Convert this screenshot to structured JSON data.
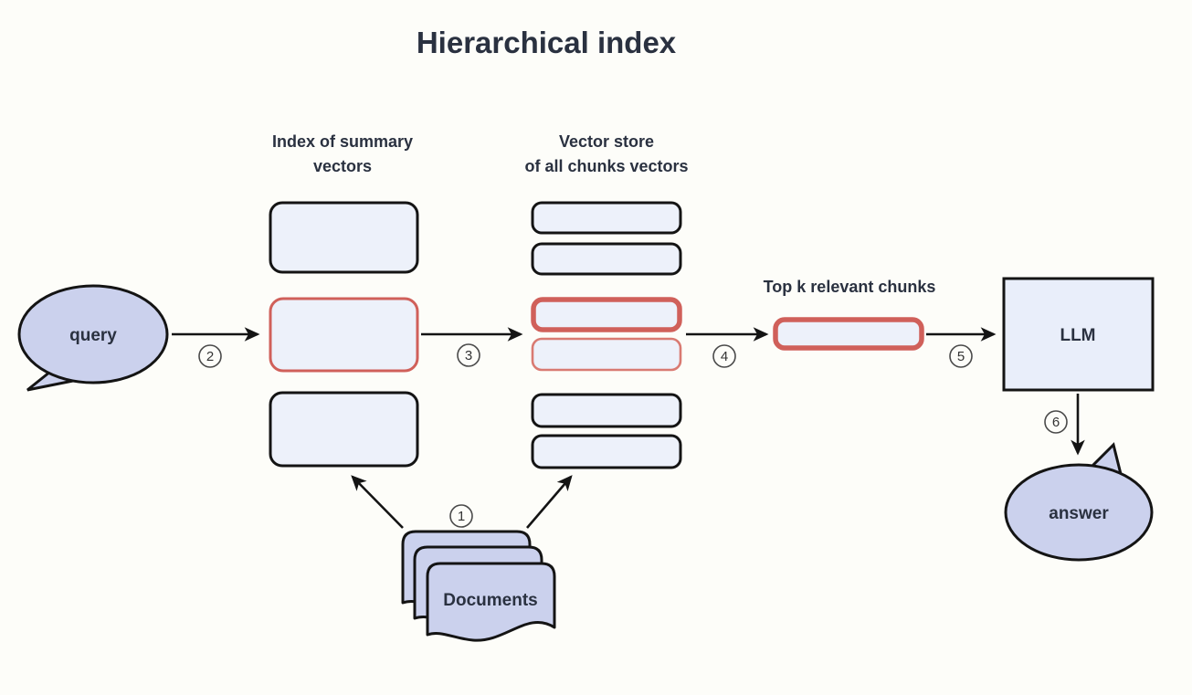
{
  "title": "Hierarchical index",
  "labels": {
    "summary_index_line1": "Index of summary",
    "summary_index_line2": "vectors",
    "vector_store_line1": "Vector store",
    "vector_store_line2": "of all chunks vectors",
    "top_k": "Top k relevant chunks"
  },
  "nodes": {
    "query": "query",
    "answer": "answer",
    "llm": "LLM",
    "documents": "Documents"
  },
  "steps": [
    "1",
    "2",
    "3",
    "4",
    "5",
    "6"
  ],
  "colors": {
    "background": "#fdfdf9",
    "box_fill": "#edf1fa",
    "bubble_fill": "#cbd1ed",
    "highlight_red": "#d0605a",
    "highlight_red_light": "#d97a72",
    "stroke": "#141414",
    "text": "#2a3140"
  }
}
